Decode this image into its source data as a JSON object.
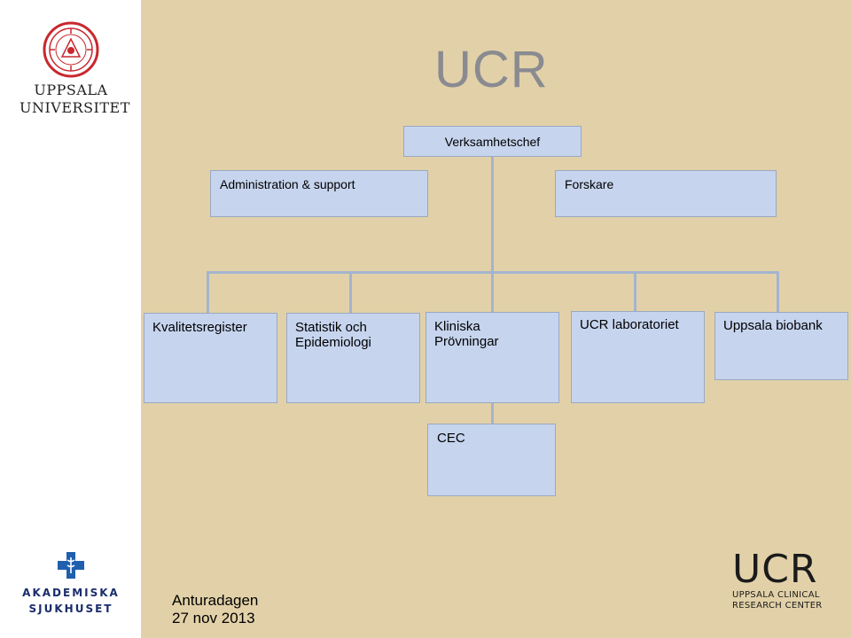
{
  "slide": {
    "title": "UCR",
    "footer": {
      "line1": "Anturadagen",
      "line2": "27 nov 2013"
    }
  },
  "org": {
    "head": "Verksamhetschef",
    "admin": "Administration & support",
    "researchers": "Forskare",
    "units": [
      {
        "line1": "Kvalitetsregister",
        "line2": ""
      },
      {
        "line1": "Statistik och",
        "line2": "Epidemiologi"
      },
      {
        "line1": "Kliniska",
        "line2": "Prövningar"
      },
      {
        "line1": "UCR laboratoriet",
        "line2": ""
      },
      {
        "line1": "Uppsala biobank",
        "line2": ""
      }
    ],
    "sub_unit": "CEC"
  },
  "logos": {
    "university": {
      "line1": "UPPSALA",
      "line2": "UNIVERSITET"
    },
    "hospital": {
      "line1": "AKADEMISKA",
      "line2": "SJUKHUSET"
    },
    "ucr": {
      "mark": "UCR",
      "line1": "UPPSALA CLINICAL",
      "line2": "RESEARCH CENTER"
    }
  },
  "colors": {
    "slide_background": "#e2d1a8",
    "box_fill": "#c6d4ee",
    "connector": "#a4b4cf",
    "title_gray": "#8a8b91",
    "seal_red": "#c8282e",
    "hospital_blue": "#1f5fae"
  }
}
